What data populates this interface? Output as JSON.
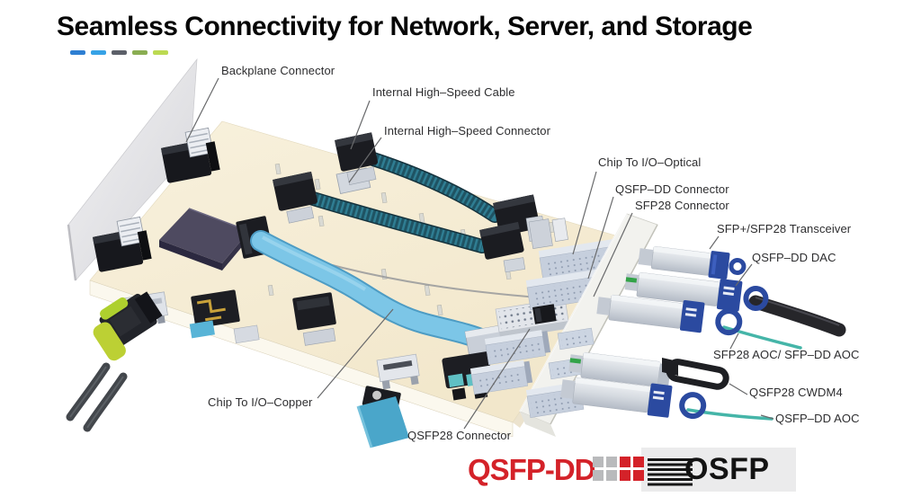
{
  "header": {
    "title": "Seamless Connectivity for Network, Server, and Storage",
    "accent_dashes": [
      "#2e7fd2",
      "#36a2e6",
      "#5c6069",
      "#8aad52",
      "#bcda52"
    ]
  },
  "diagram": {
    "labels": [
      {
        "id": "backplane-connector",
        "text": "Backplane Connector"
      },
      {
        "id": "internal-high-speed-cable",
        "text": "Internal High–Speed Cable"
      },
      {
        "id": "internal-high-speed-connector",
        "text": "Internal High–Speed Connector"
      },
      {
        "id": "chip-to-io-optical",
        "text": "Chip To I/O–Optical"
      },
      {
        "id": "qsfp-dd-connector",
        "text": "QSFP–DD Connector"
      },
      {
        "id": "sfp28-connector",
        "text": "SFP28 Connector"
      },
      {
        "id": "sfp-plus-sfp28-transceiver",
        "text": "SFP+/SFP28 Transceiver"
      },
      {
        "id": "qsfp-dd-dac",
        "text": "QSFP–DD DAC"
      },
      {
        "id": "sfp28-aoc-sfp-dd-aoc",
        "text": "SFP28 AOC/ SFP–DD AOC"
      },
      {
        "id": "qsfp28-cwdm4",
        "text": "QSFP28 CWDM4"
      },
      {
        "id": "qsfp-dd-aoc",
        "text": "QSFP–DD AOC"
      },
      {
        "id": "chip-to-io-copper",
        "text": "Chip To I/O–Copper"
      },
      {
        "id": "qsfp28-connector",
        "text": "QSFP28 Connector"
      }
    ]
  },
  "footer": {
    "qsfp_dd_logo_text": "QSFP-DD",
    "osfp_logo_text": "OSFP",
    "qsfp_dd_color": "#d42229",
    "pattern_square_colors": [
      "#b9babc",
      "#b9babc",
      "#d42229",
      "#d42229",
      "#b9babc",
      "#b9babc",
      "#d42229",
      "#d42229"
    ]
  },
  "palette": {
    "board": "#f6eed7",
    "backplane_wall": "#e9e9ec",
    "chip": "#4e4a60",
    "internal_cable": "#2f7d92",
    "ribbon_cable": "#7cc6e7",
    "cage": "#c6cfdd",
    "transceiver_body": "#d9dde3",
    "latch_blue": "#2b4aa0",
    "dac_cable": "#26262a",
    "aoc_cable": "#45b5a8",
    "leader_line": "#68696b"
  }
}
